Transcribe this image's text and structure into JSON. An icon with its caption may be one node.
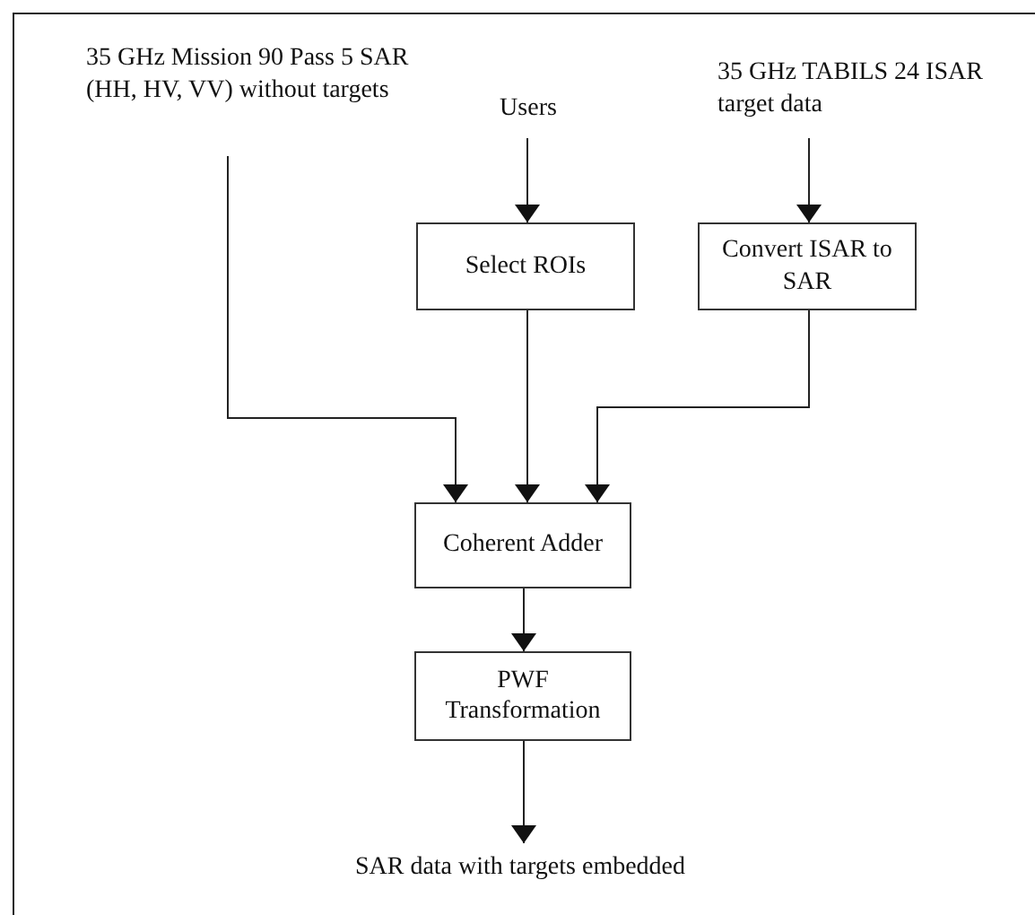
{
  "diagram": {
    "nodes": [
      {
        "text": [
          "35 GHz Mission 90 Pass 5 SAR (HH, HV, VV) without targets"
        ]
      },
      {
        "text": [
          "Users"
        ]
      },
      {
        "text": [
          "35 GHz TABILS 24 ISAR target data"
        ]
      },
      {
        "text": [
          "Select ROIs"
        ]
      },
      {
        "text": [
          "Convert ISAR to SAR"
        ]
      },
      {
        "text": [
          "Coherent Adder"
        ]
      },
      {
        "text": [
          "PWF Transformation"
        ]
      },
      {
        "text": [
          "SAR data with targets embedded"
        ]
      }
    ],
    "edges": [
      {
        "from": 0,
        "to": 5,
        "arrow": "to"
      },
      {
        "from": 1,
        "to": 3,
        "arrow": "to"
      },
      {
        "from": 2,
        "to": 4,
        "arrow": "to"
      },
      {
        "from": 3,
        "to": 5,
        "arrow": "to"
      },
      {
        "from": 4,
        "to": 5,
        "arrow": "to"
      },
      {
        "from": 5,
        "to": 6,
        "arrow": "to"
      },
      {
        "from": 6,
        "to": 7,
        "arrow": "to"
      }
    ]
  }
}
